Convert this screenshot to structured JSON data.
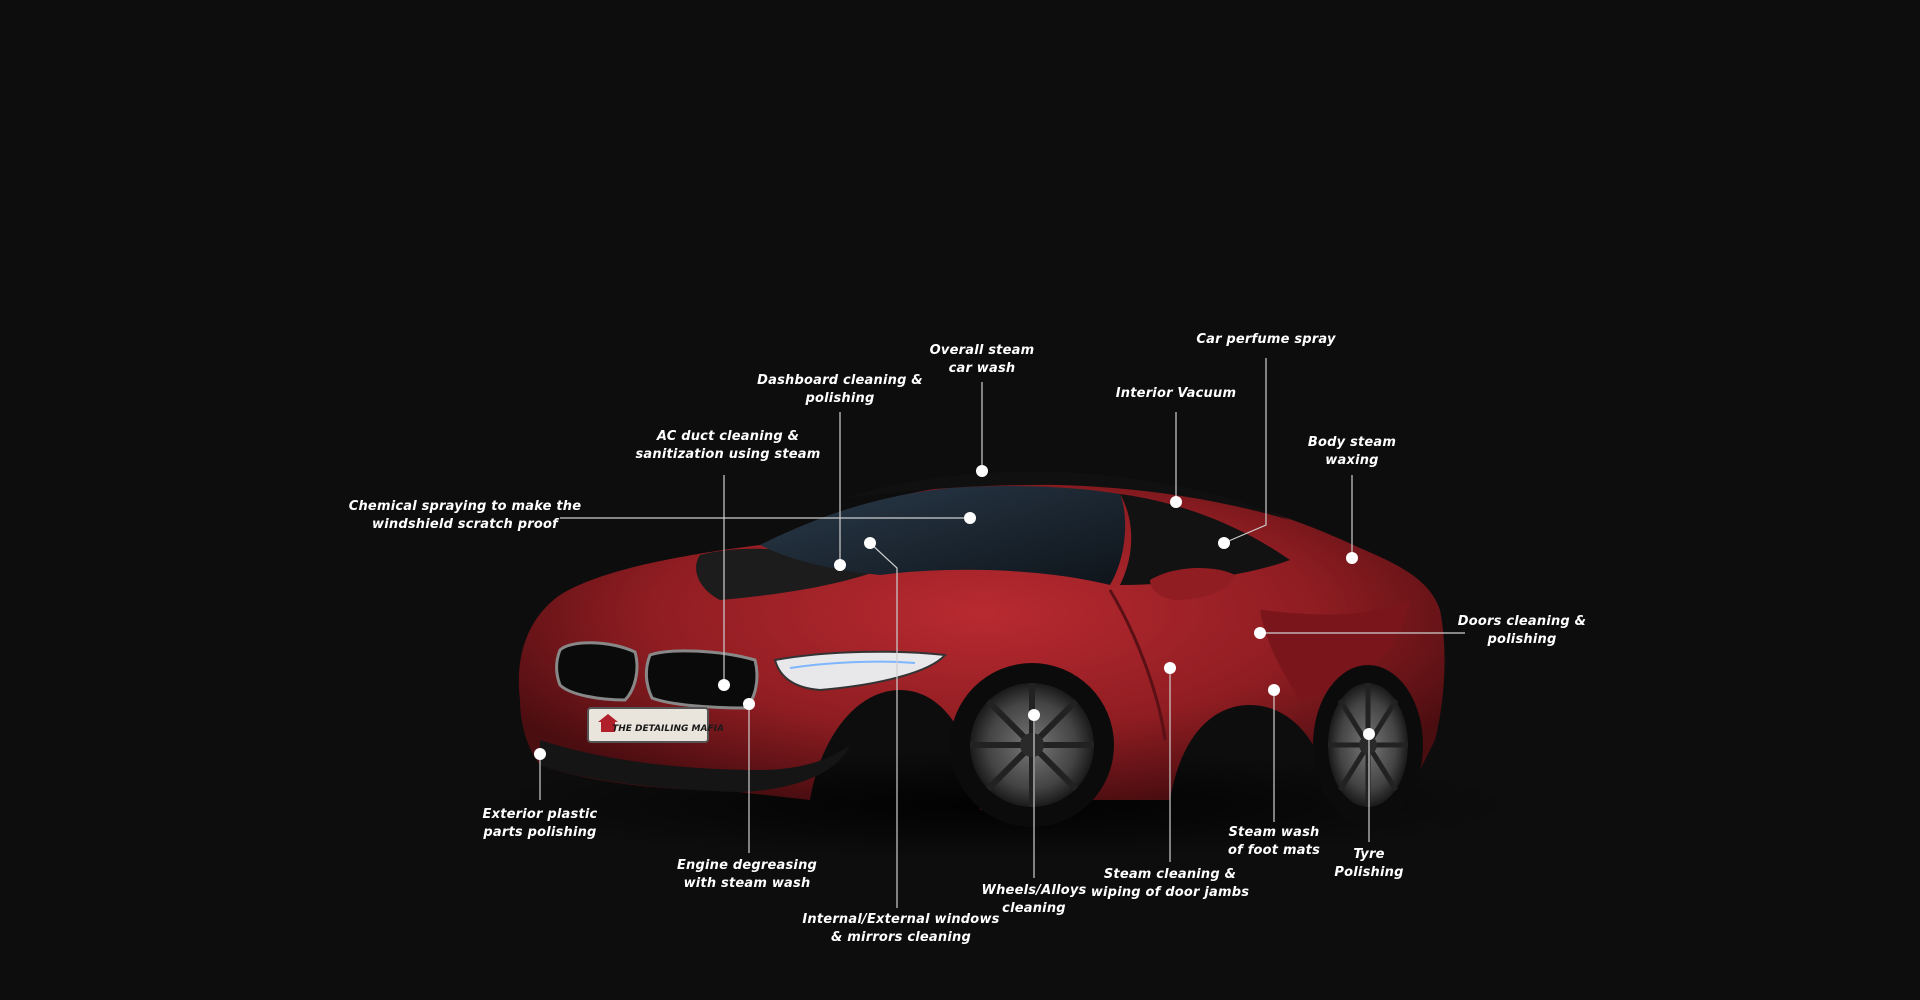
{
  "colors": {
    "background": "#0d0d0d",
    "car_body": "#8f1d22",
    "car_dark": "#1a1a1a",
    "marker": "#ffffff",
    "line": "#cfcfcf",
    "text": "#ffffff"
  },
  "brand": {
    "plate_text": "THE DETAILING MAFIA"
  },
  "hotspots": [
    {
      "id": "overall-steam-car-wash",
      "label": "Overall steam\ncar wash"
    },
    {
      "id": "car-perfume-spray",
      "label": "Car perfume spray"
    },
    {
      "id": "dashboard-cleaning",
      "label": "Dashboard cleaning &\npolishing"
    },
    {
      "id": "interior-vacuum",
      "label": "Interior Vacuum"
    },
    {
      "id": "ac-duct-cleaning",
      "label": "AC duct cleaning &\nsanitization using steam"
    },
    {
      "id": "body-steam-waxing",
      "label": "Body steam\nwaxing"
    },
    {
      "id": "chemical-spraying",
      "label": "Chemical spraying to make the\nwindshield scratch proof"
    },
    {
      "id": "doors-cleaning",
      "label": "Doors cleaning &\npolishing"
    },
    {
      "id": "exterior-plastic",
      "label": "Exterior plastic\nparts polishing"
    },
    {
      "id": "steam-wash-foot-mats",
      "label": "Steam wash\nof foot mats"
    },
    {
      "id": "tyre-polishing",
      "label": "Tyre\nPolishing"
    },
    {
      "id": "engine-degreasing",
      "label": "Engine degreasing\nwith steam wash"
    },
    {
      "id": "steam-cleaning-door-jambs",
      "label": "Steam cleaning &\nwiping of door jambs"
    },
    {
      "id": "wheels-alloys",
      "label": "Wheels/Alloys\ncleaning"
    },
    {
      "id": "internal-external-windows",
      "label": "Internal/External windows\n& mirrors cleaning"
    }
  ]
}
